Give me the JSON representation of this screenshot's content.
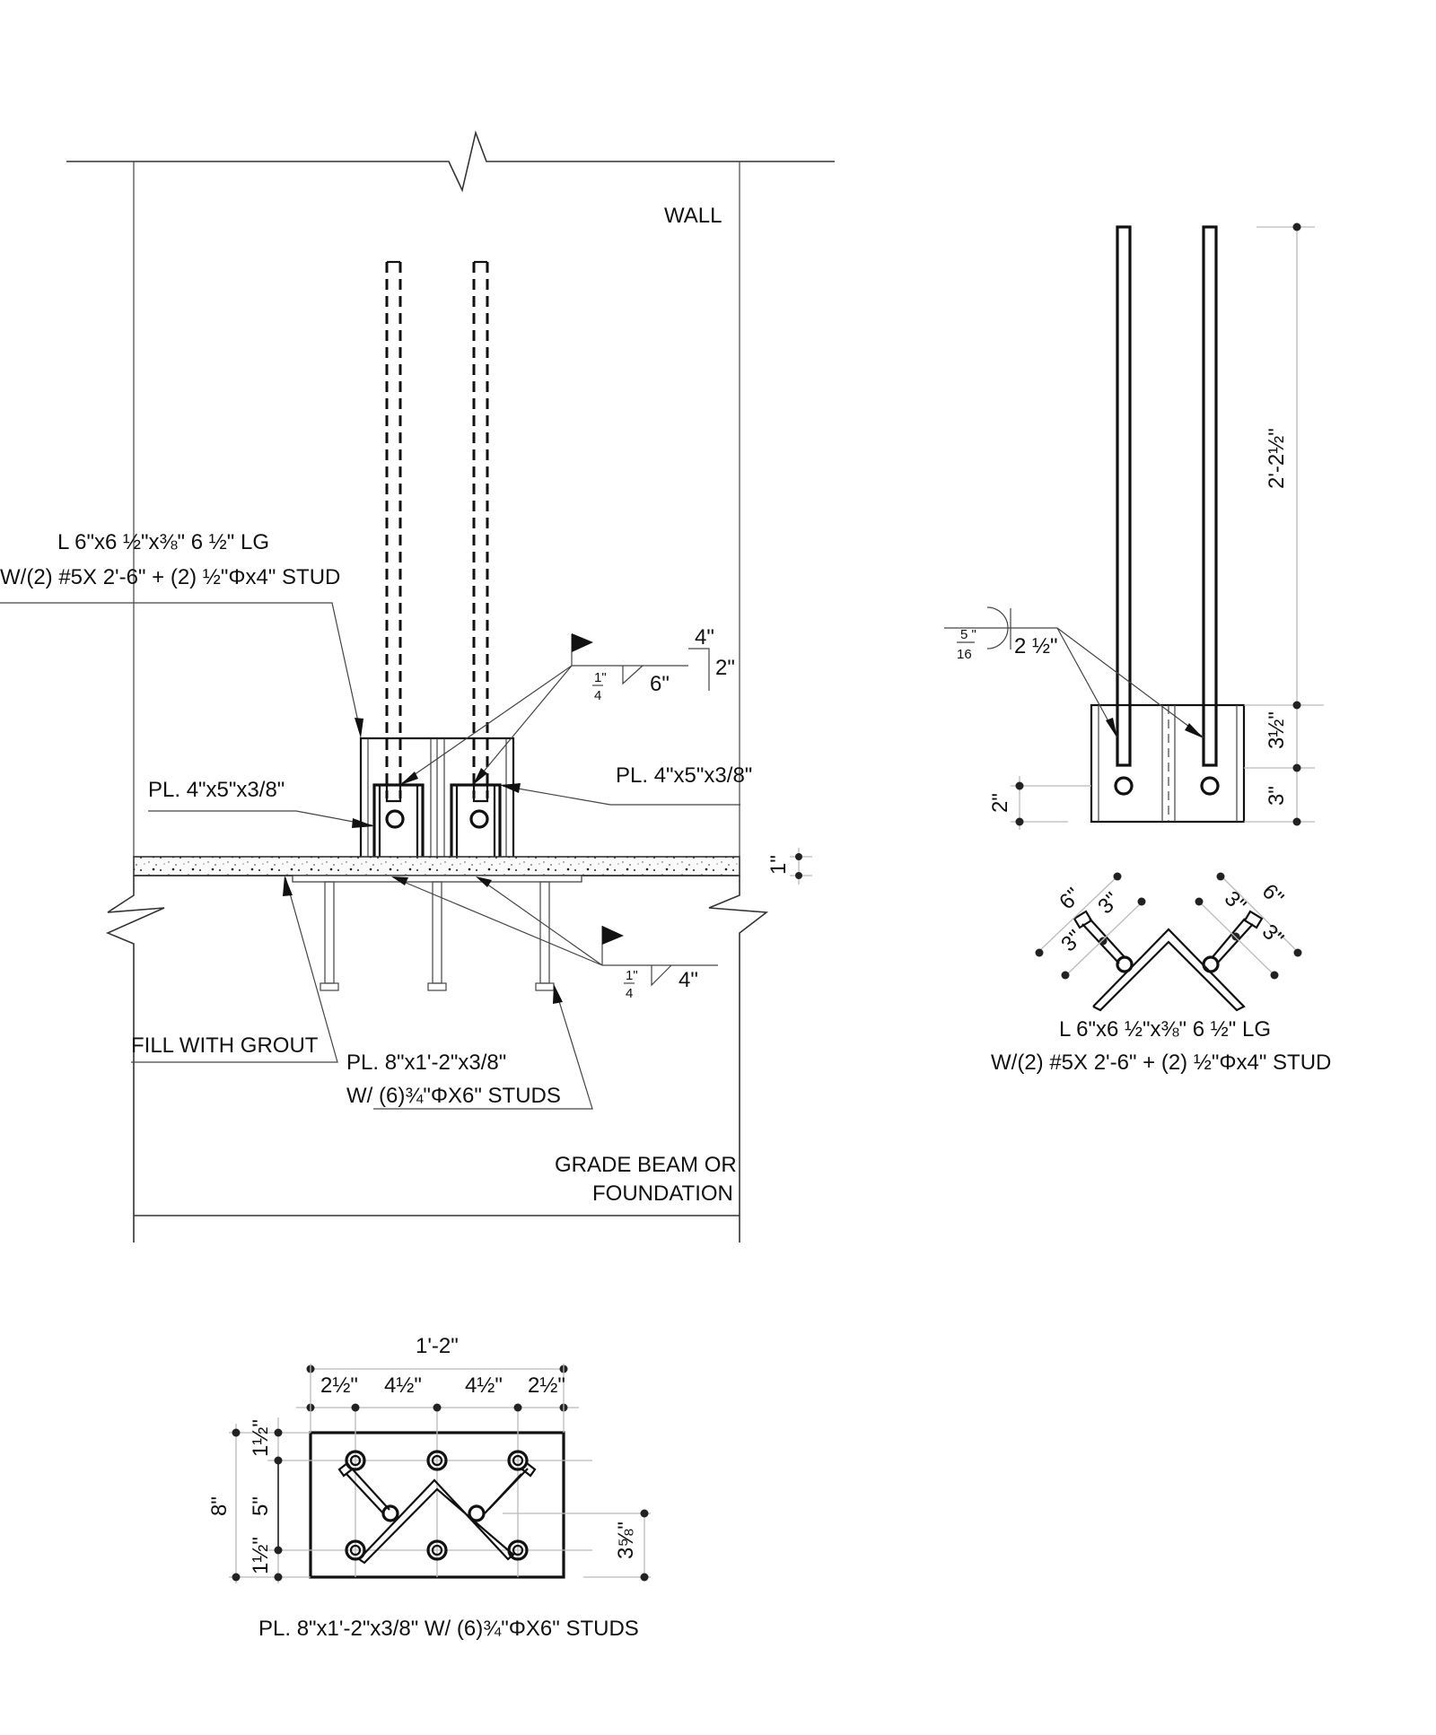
{
  "section_view": {
    "wall_label": "WALL",
    "foundation_label_line1": "GRADE BEAM OR",
    "foundation_label_line2": "FOUNDATION",
    "angle_callout_line1": "L 6\"x6 ½\"x⅜\" 6 ½\" LG",
    "angle_callout_line2": "W/(2) #5X 2'-6\" + (2) ½\"Φx4\" STUD",
    "plate_left_label": "PL. 4\"x5\"x3/8\"",
    "plate_right_label": "PL. 4\"x5\"x3/8\"",
    "grout_label": "FILL WITH GROUT",
    "base_plate_label_line1": "PL. 8\"x1'-2\"x3/8\"",
    "base_plate_label_line2": "W/ (6)¾\"ΦX6\" STUDS",
    "weld_top": {
      "size": "1/4\"",
      "length": "6\"",
      "return_h": "4\"",
      "return_v": "2\""
    },
    "weld_bottom": {
      "size": "1/4\"",
      "length": "4\""
    },
    "grout_thickness": "1\""
  },
  "elevation_view": {
    "weld_size": "5/16\"",
    "weld_length": "2 ½\"",
    "dim_total_height": "2'-2½\"",
    "dim_upper": "3½\"",
    "dim_lower": "3\"",
    "dim_hole": "2\""
  },
  "angle_plan_view": {
    "dims_left": [
      "6\"",
      "3\"",
      "3\""
    ],
    "dims_right": [
      "3\"",
      "6\"",
      "3\""
    ],
    "label_line1": "L 6\"x6 ½\"x⅜\" 6 ½\" LG",
    "label_line2": "W/(2) #5X 2'-6\" + (2) ½\"Φx4\" STUD"
  },
  "base_plate_plan": {
    "overall_width": "1'-2\"",
    "width_segments": [
      "2½\"",
      "4½\"",
      "4½\"",
      "2½\""
    ],
    "overall_height": "8\"",
    "height_segments": [
      "1½\"",
      "5\"",
      "1½\""
    ],
    "angle_offset": "3⅝\"",
    "label": "PL. 8\"x1'-2\"x3/8\"  W/ (6)¾\"ΦX6\" STUDS"
  }
}
